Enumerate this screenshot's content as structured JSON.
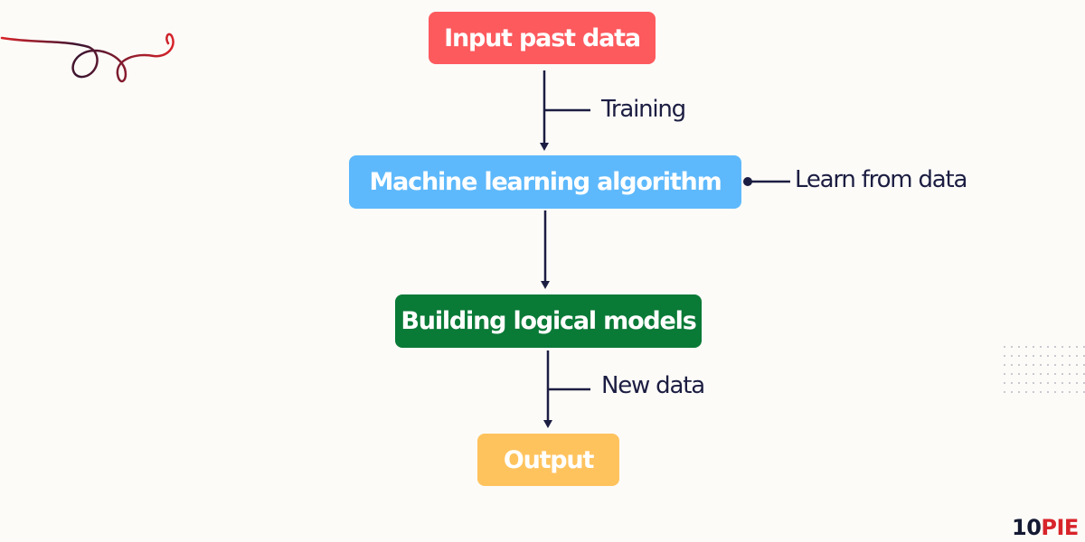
{
  "nodes": {
    "input": "Input past data",
    "ml": "Machine learning algorithm",
    "build": "Building logical models",
    "output": "Output"
  },
  "edges": {
    "training": "Training",
    "learn": "Learn from data",
    "new_data": "New data"
  },
  "brand": {
    "part1": "10",
    "part2": "PIE"
  },
  "colors": {
    "input": "#fd5a5e",
    "ml": "#5eb9fc",
    "build": "#0a7a37",
    "output": "#ffc35e",
    "line": "#1c1d42"
  }
}
